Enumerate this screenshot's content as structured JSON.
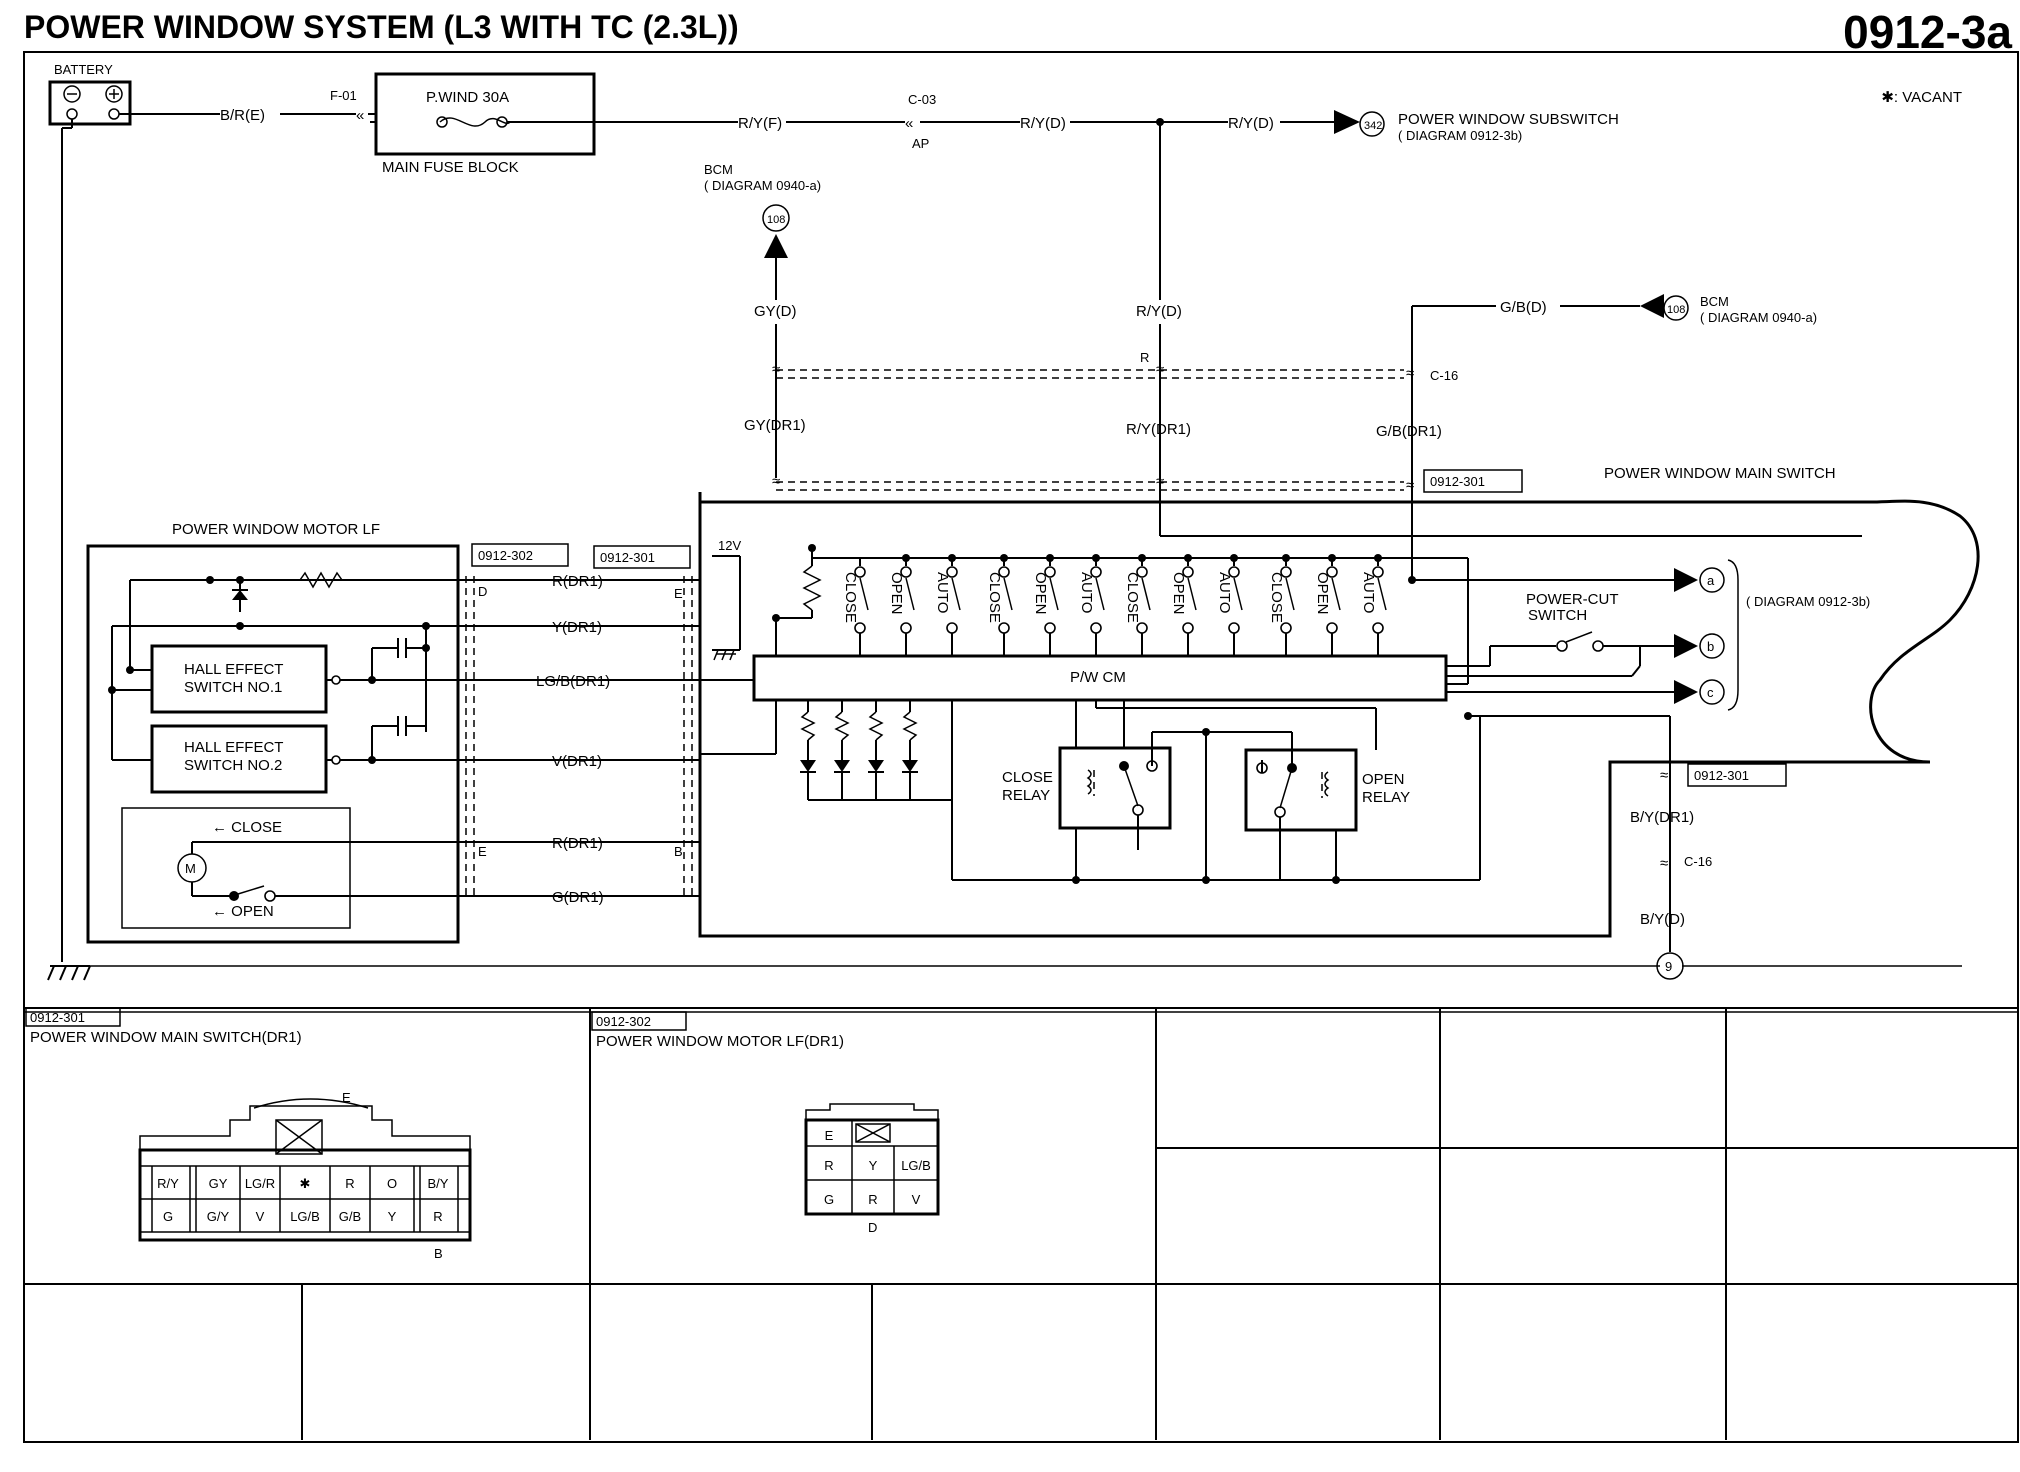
{
  "header": {
    "title": "POWER WINDOW SYSTEM (L3 WITH TC (2.3L))",
    "diagram_id": "0912-3a",
    "vacant_note": "✱: VACANT"
  },
  "labels": {
    "battery": "BATTERY",
    "fuse": "P.WIND 30A",
    "main_fuse_block": "MAIN FUSE BLOCK",
    "subswitch": "POWER WINDOW SUBSWITCH",
    "subswitch_ref": "( DIAGRAM 0912-3b)",
    "bcm": "BCM",
    "bcm_ref": "( DIAGRAM 0940-a)",
    "main_switch": "POWER WINDOW MAIN SWITCH",
    "motor_lf": "POWER WINDOW MOTOR LF",
    "v12": "12V",
    "pw_cm": "P/W CM",
    "power_cut": "POWER-CUT",
    "switch": "SWITCH",
    "outputs_ref": "( DIAGRAM 0912-3b)",
    "close": "CLOSE",
    "open": "OPEN",
    "relay": "RELAY",
    "hall_effect": "HALL EFFECT",
    "hall_switch_1": "SWITCH NO.1",
    "hall_switch_2": "SWITCH NO.2",
    "arrow_close": "← CLOSE",
    "arrow_open": "← OPEN",
    "motor_m": "M"
  },
  "switch_labels": {
    "close": "CLOSE",
    "open": "OPEN",
    "auto": "AUTO"
  },
  "wires": {
    "b_r_e": "B/R(E)",
    "r_y_f": "R/Y(F)",
    "r_y_d": "R/Y(D)",
    "gy_d": "GY(D)",
    "gy_dr1": "GY(DR1)",
    "r_y_dr1": "R/Y(DR1)",
    "g_b_d": "G/B(D)",
    "g_b_dr1": "G/B(DR1)",
    "r_dr1": "R(DR1)",
    "y_dr1": "Y(DR1)",
    "lg_b_dr1": "LG/B(DR1)",
    "v_dr1": "V(DR1)",
    "g_dr1": "G(DR1)",
    "b_y_dr1": "B/Y(DR1)",
    "b_y_d": "B/Y(D)"
  },
  "connectors": {
    "f01": "F-01",
    "c03": "C-03",
    "ap": "AP",
    "r": "R",
    "c16": "C-16",
    "c0912_301": "0912-301",
    "c0912_302": "0912-302"
  },
  "refs": {
    "r342": "342",
    "r108": "108",
    "g9": "9"
  },
  "pins": {
    "d": "D",
    "e": "E",
    "b": "B"
  },
  "outputs": {
    "a": "a",
    "b": "b",
    "c": "c"
  },
  "bottom": {
    "panel1": {
      "code": "0912-301",
      "title": "POWER WINDOW MAIN SWITCH(DR1)",
      "row1": [
        "R/Y",
        "GY",
        "LG/R",
        "✱",
        "R",
        "O",
        "B/Y"
      ],
      "row2": [
        "G",
        "G/Y",
        "V",
        "LG/B",
        "G/B",
        "Y",
        "R"
      ]
    },
    "panel2": {
      "code": "0912-302",
      "title": "POWER WINDOW MOTOR LF(DR1)",
      "row1": [
        "R",
        "Y",
        "LG/B"
      ],
      "row2": [
        "G",
        "R",
        "V"
      ]
    }
  }
}
